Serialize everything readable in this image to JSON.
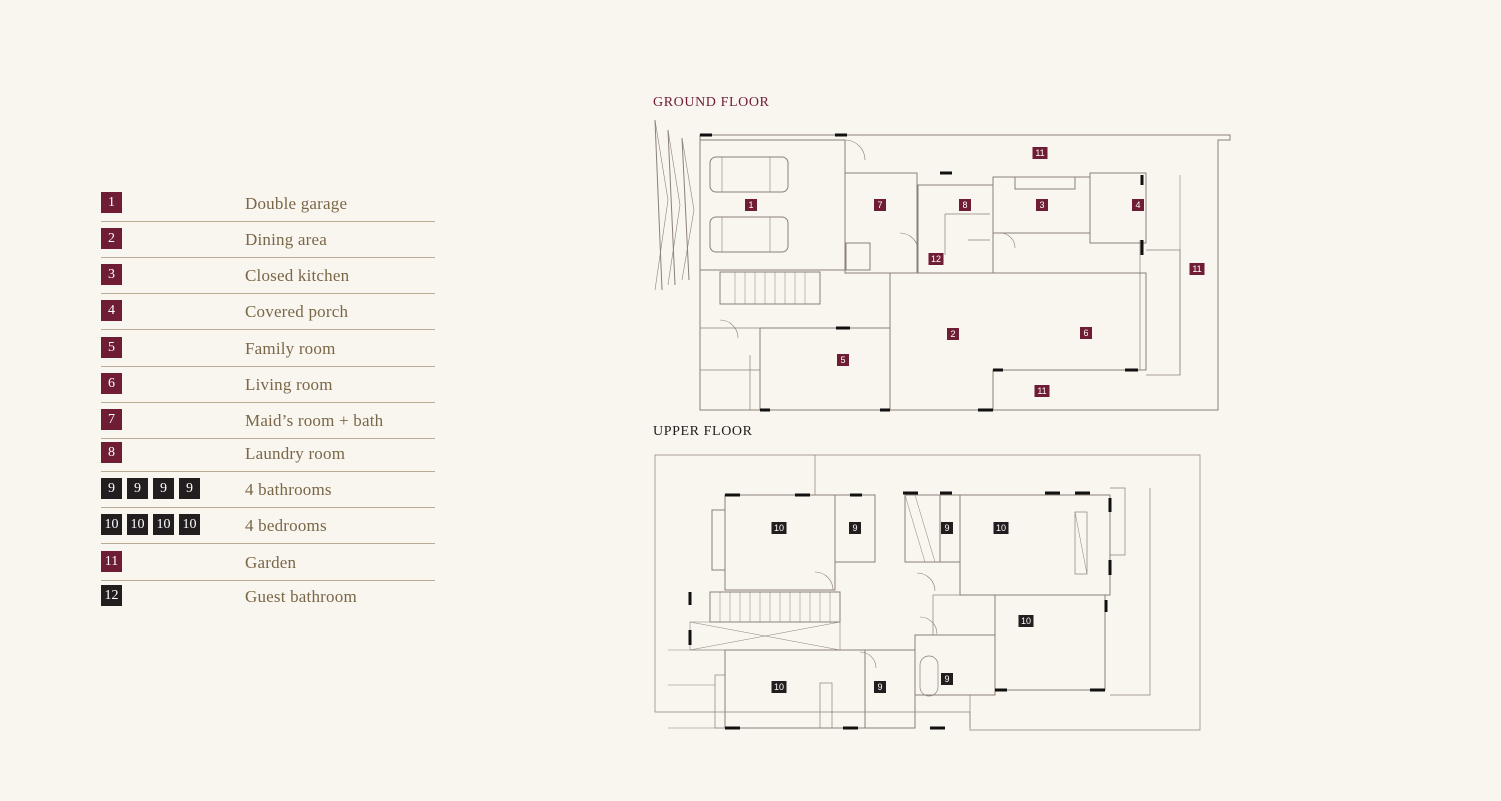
{
  "legend": [
    {
      "badges": [
        {
          "num": "1",
          "tone": "wine"
        }
      ],
      "label": "Double garage"
    },
    {
      "badges": [
        {
          "num": "2",
          "tone": "wine"
        }
      ],
      "label": "Dining area"
    },
    {
      "badges": [
        {
          "num": "3",
          "tone": "wine"
        }
      ],
      "label": "Closed kitchen"
    },
    {
      "badges": [
        {
          "num": "4",
          "tone": "wine"
        }
      ],
      "label": "Covered porch"
    },
    {
      "badges": [
        {
          "num": "5",
          "tone": "wine"
        }
      ],
      "label": "Family room"
    },
    {
      "badges": [
        {
          "num": "6",
          "tone": "wine"
        }
      ],
      "label": "Living room"
    },
    {
      "badges": [
        {
          "num": "7",
          "tone": "wine"
        }
      ],
      "label": "Maid’s room + bath"
    },
    {
      "badges": [
        {
          "num": "8",
          "tone": "wine"
        }
      ],
      "label": "Laundry room"
    },
    {
      "badges": [
        {
          "num": "9",
          "tone": "dark"
        },
        {
          "num": "9",
          "tone": "dark"
        },
        {
          "num": "9",
          "tone": "dark"
        },
        {
          "num": "9",
          "tone": "dark"
        }
      ],
      "label": "4 bathrooms"
    },
    {
      "badges": [
        {
          "num": "10",
          "tone": "dark"
        },
        {
          "num": "10",
          "tone": "dark"
        },
        {
          "num": "10",
          "tone": "dark"
        },
        {
          "num": "10",
          "tone": "dark"
        }
      ],
      "label": "4 bedrooms"
    },
    {
      "badges": [
        {
          "num": "11",
          "tone": "wine"
        }
      ],
      "label": "Garden"
    },
    {
      "badges": [
        {
          "num": "12",
          "tone": "dark"
        }
      ],
      "label": "Guest bathroom"
    }
  ],
  "ground_floor": {
    "title": "GROUND FLOOR",
    "rooms": [
      {
        "num": "1",
        "tone": "wine"
      },
      {
        "num": "7",
        "tone": "wine"
      },
      {
        "num": "8",
        "tone": "wine"
      },
      {
        "num": "3",
        "tone": "wine"
      },
      {
        "num": "4",
        "tone": "wine"
      },
      {
        "num": "11",
        "tone": "wine"
      },
      {
        "num": "11",
        "tone": "wine"
      },
      {
        "num": "12",
        "tone": "wine"
      },
      {
        "num": "2",
        "tone": "wine"
      },
      {
        "num": "6",
        "tone": "wine"
      },
      {
        "num": "5",
        "tone": "wine"
      },
      {
        "num": "11",
        "tone": "wine"
      }
    ]
  },
  "upper_floor": {
    "title": "UPPER FLOOR",
    "rooms": [
      {
        "num": "10",
        "tone": "dark"
      },
      {
        "num": "9",
        "tone": "dark"
      },
      {
        "num": "9",
        "tone": "dark"
      },
      {
        "num": "10",
        "tone": "dark"
      },
      {
        "num": "10",
        "tone": "dark"
      },
      {
        "num": "10",
        "tone": "dark"
      },
      {
        "num": "9",
        "tone": "dark"
      },
      {
        "num": "9",
        "tone": "dark"
      }
    ]
  },
  "colors": {
    "wine": "#6e1d34",
    "dark": "#221d1e",
    "line": "#8a8178",
    "background": "#f9f5ef",
    "legend_text": "#7a6748"
  }
}
